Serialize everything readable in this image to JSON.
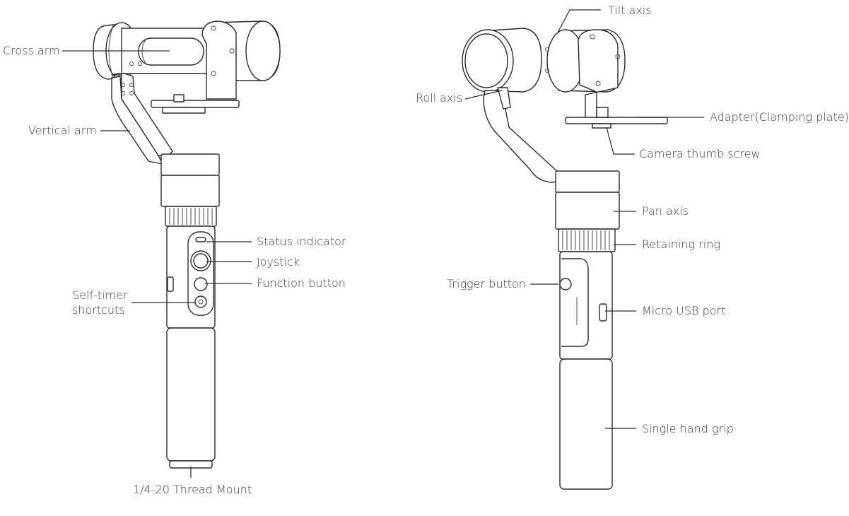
{
  "left_labels": {
    "cross_arm": "Cross arm",
    "vertical_arm": "Vertical arm",
    "status_indicator": "Status indicator",
    "joystick": "Joystick",
    "function_button": "Function button",
    "self_timer_line1": "Self-timer",
    "self_timer_line2": "shortcuts",
    "thread_mount": "1/4-20 Thread Mount"
  },
  "right_labels": {
    "tilt_axis": "Tilt axis",
    "roll_axis": "Roll axis",
    "adapter": "Adapter(Clamping plate)",
    "camera_thumb_screw": "Camera thumb screw",
    "pan_axis": "Pan axis",
    "retaining_ring": "Retaining ring",
    "trigger_button": "Trigger button",
    "micro_usb_port": "Micro USB port",
    "single_hand_grip": "Single hand grip"
  },
  "colors": {
    "line": "#2b2b2b",
    "label": "#3a3a3a",
    "background": "#ffffff"
  }
}
